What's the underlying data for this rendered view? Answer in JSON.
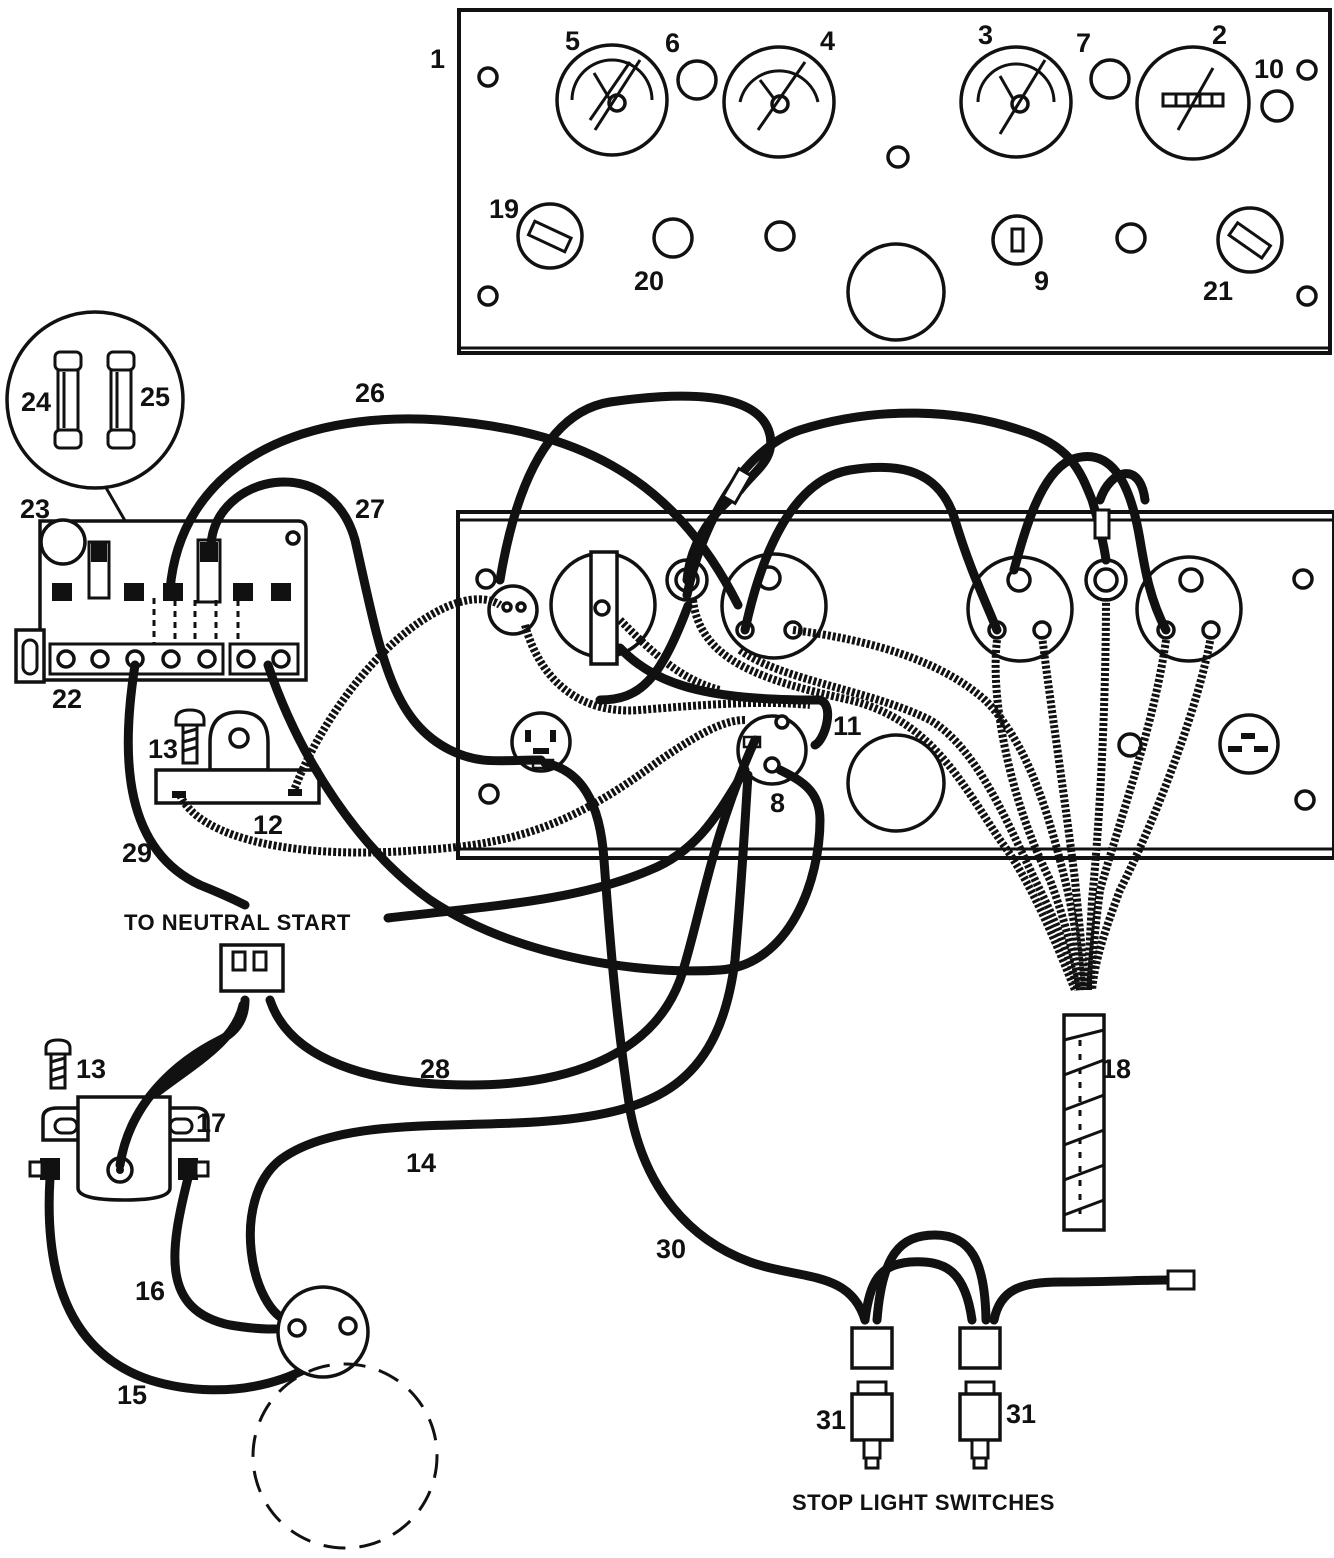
{
  "colors": {
    "ink": "#111111",
    "paper": "#ffffff"
  },
  "labels": {
    "n1": "1",
    "n2": "2",
    "n3": "3",
    "n4": "4",
    "n5": "5",
    "n6": "6",
    "n7": "7",
    "n8": "8",
    "n9": "9",
    "n10": "10",
    "n11": "11",
    "n12": "12",
    "n13a": "13",
    "n13b": "13",
    "n14": "14",
    "n15": "15",
    "n16": "16",
    "n17": "17",
    "n18": "18",
    "n19": "19",
    "n20": "20",
    "n21": "21",
    "n22": "22",
    "n23": "23",
    "n24": "24",
    "n25": "25",
    "n26": "26",
    "n27": "27",
    "n28": "28",
    "n29": "29",
    "n30": "30",
    "n31a": "31",
    "n31b": "31"
  },
  "captions": {
    "neutral_start": "TO NEUTRAL START",
    "stop_light_switches": "STOP LIGHT SWITCHES"
  }
}
